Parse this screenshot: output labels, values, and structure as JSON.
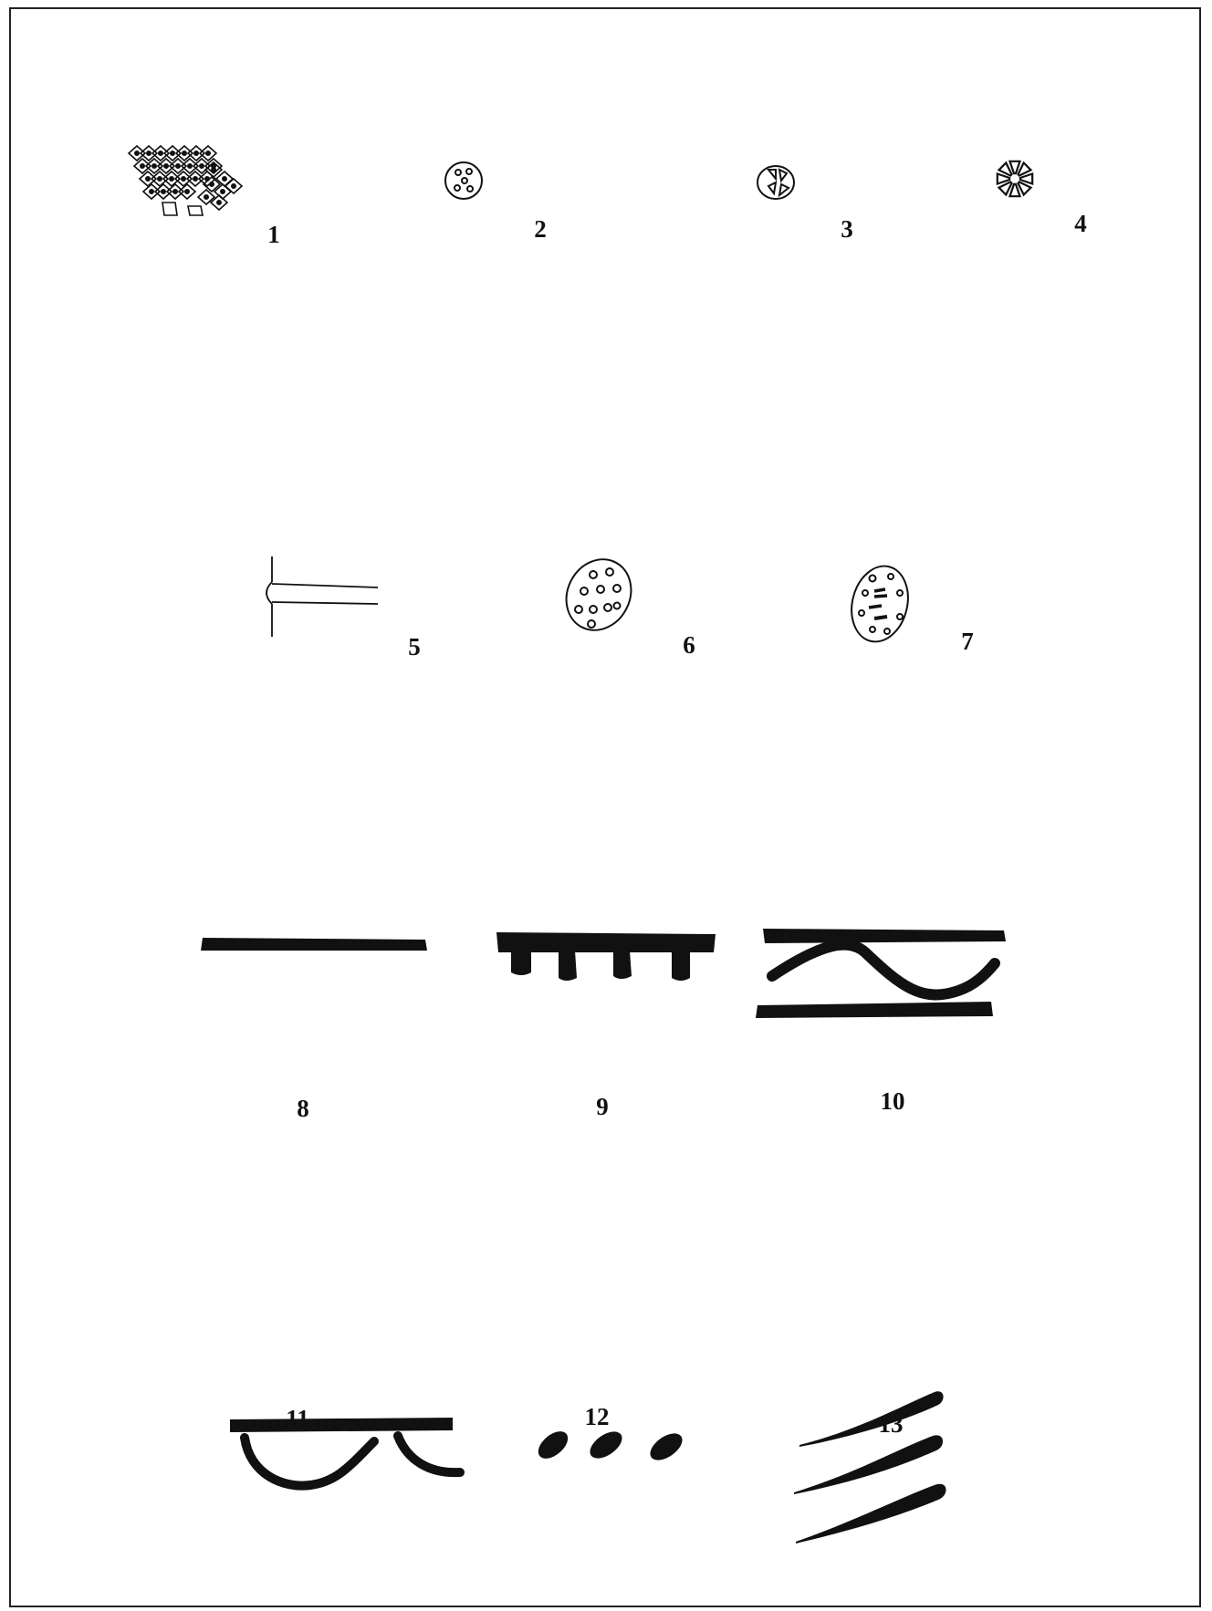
{
  "figures": [
    {
      "number": "1",
      "motif": "net-of-small-cells-icon"
    },
    {
      "number": "2",
      "motif": "dotted-circle-stamp-icon"
    },
    {
      "number": "3",
      "motif": "quartered-circle-stamp-icon"
    },
    {
      "number": "4",
      "motif": "radial-rosette-stamp-icon"
    },
    {
      "number": "5",
      "motif": "applied-knob-with-channel-icon"
    },
    {
      "number": "6",
      "motif": "large-dotted-oval-stamp-icon"
    },
    {
      "number": "7",
      "motif": "mixed-dotted-oval-stamp-icon"
    },
    {
      "number": "8",
      "motif": "horizontal-band-icon"
    },
    {
      "number": "9",
      "motif": "band-with-pendant-drops-icon"
    },
    {
      "number": "10",
      "motif": "wave-between-bands-icon"
    },
    {
      "number": "11",
      "motif": "band-with-pendant-arcs-icon"
    },
    {
      "number": "12",
      "motif": "row-of-dabs-icon"
    },
    {
      "number": "13",
      "motif": "diagonal-strokes-icon"
    }
  ],
  "colors": {
    "ink": "#111111",
    "background": "#ffffff",
    "frame": "#222222"
  }
}
